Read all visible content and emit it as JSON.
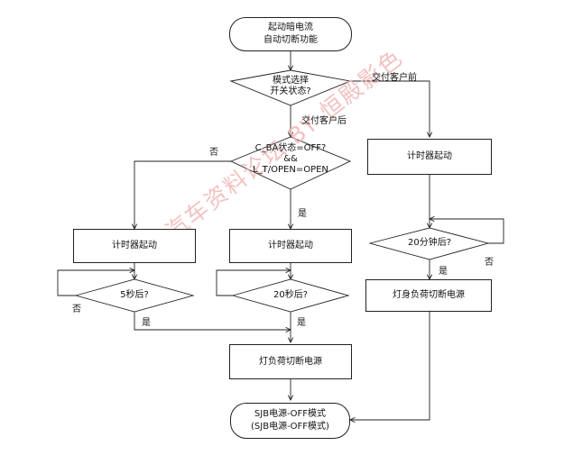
{
  "nodes": {
    "start": [
      "起动暗电流",
      "自动切断功能"
    ],
    "mode_q": [
      "模式选择",
      "开关状态?"
    ],
    "cond_q": [
      "C_BA状态=OFF?",
      "&&",
      "L_T/OPEN=OPEN"
    ],
    "timer_left": "计时器起动",
    "timer_mid": "计时器起动",
    "timer_right": "计时器起动",
    "q5": "5秒后?",
    "q20_mid": "20秒后?",
    "q20min": "20分钟后?",
    "cut_mid": "灯负荷切断电源",
    "cut_right": "灯身负荷切断电源",
    "end": [
      "SJB电源-OFF模式",
      "(SJB电源-OFF模式)"
    ]
  },
  "edge_labels": {
    "before_delivery": "交付客户前",
    "after_delivery": "交付客户后",
    "no_left": "否",
    "yes_mid": "是",
    "no_5s": "否",
    "yes_5s": "是",
    "yes_20s": "是",
    "yes_20min": "是",
    "no_20min": "否"
  },
  "watermark": "汽车资料论坛 BY 恒殿影色",
  "colors": {
    "line": "#222222",
    "watermark": "#f2b7b7"
  }
}
